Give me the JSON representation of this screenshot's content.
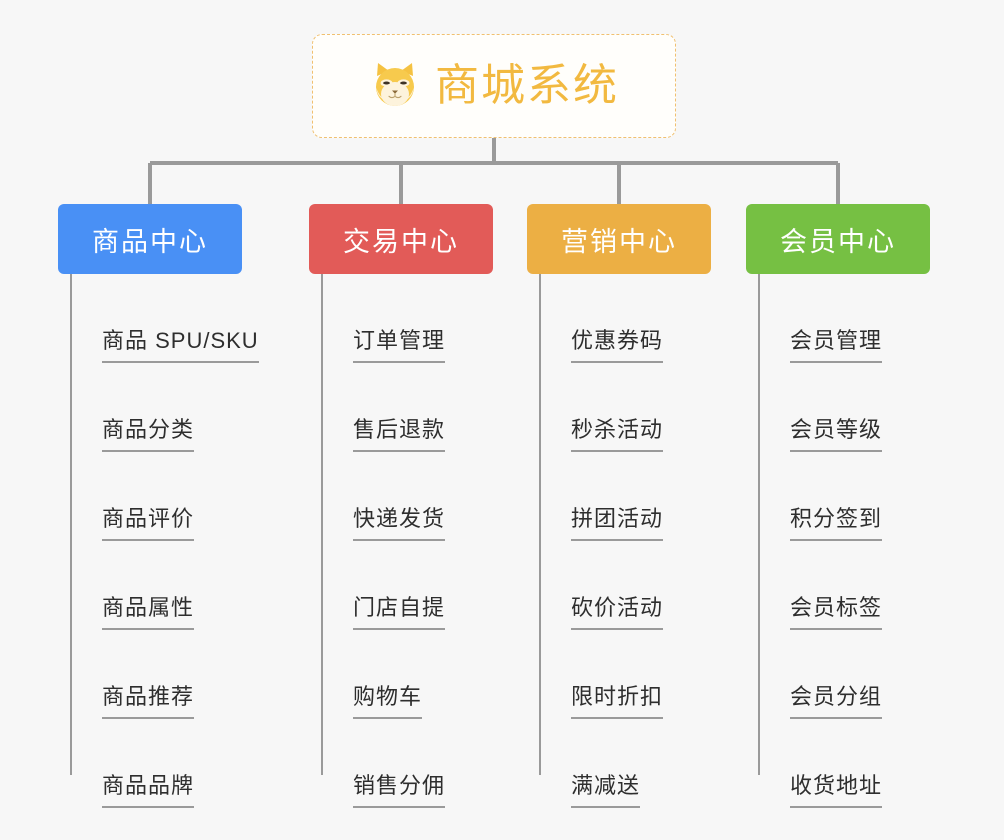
{
  "root": {
    "title": "商城系统",
    "icon": "shiba-dog-face-icon",
    "border_color": "#f0c070",
    "text_color": "#f2b940",
    "background": "#fffefb"
  },
  "canvas": {
    "background": "#f7f7f7",
    "connector_color": "#9a9a9a"
  },
  "columns": [
    {
      "title": "商品中心",
      "color": "#4990f5",
      "items": [
        "商品 SPU/SKU",
        "商品分类",
        "商品评价",
        "商品属性",
        "商品推荐",
        "商品品牌"
      ]
    },
    {
      "title": "交易中心",
      "color": "#e25b58",
      "items": [
        "订单管理",
        "售后退款",
        "快递发货",
        "门店自提",
        "购物车",
        "销售分佣"
      ]
    },
    {
      "title": "营销中心",
      "color": "#ecaf44",
      "items": [
        "优惠券码",
        "秒杀活动",
        "拼团活动",
        "砍价活动",
        "限时折扣",
        "满减送"
      ]
    },
    {
      "title": "会员中心",
      "color": "#76c043",
      "items": [
        "会员管理",
        "会员等级",
        "积分签到",
        "会员标签",
        "会员分组",
        "收货地址"
      ]
    }
  ]
}
